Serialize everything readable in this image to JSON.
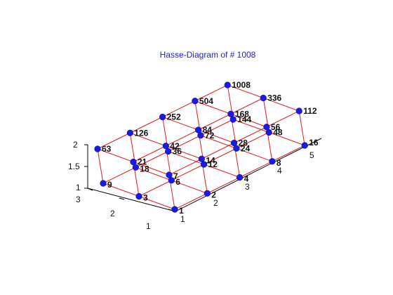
{
  "title": "Hasse-Diagram of # 1008",
  "colors": {
    "edge": "#e11d1d",
    "node": "#1a1ae6",
    "title": "#1c1ce0"
  },
  "axes": {
    "z_ticks": [
      "1",
      "1.5",
      "2"
    ],
    "y_ticks": [
      "1",
      "2",
      "3"
    ],
    "x_ticks": [
      "1",
      "2",
      "3",
      "4",
      "5"
    ]
  },
  "nodes": [
    {
      "label": "1"
    },
    {
      "label": "2"
    },
    {
      "label": "4"
    },
    {
      "label": "8"
    },
    {
      "label": "16"
    },
    {
      "label": "3"
    },
    {
      "label": "6"
    },
    {
      "label": "12"
    },
    {
      "label": "24"
    },
    {
      "label": "48"
    },
    {
      "label": "9"
    },
    {
      "label": "18"
    },
    {
      "label": "36"
    },
    {
      "label": "72"
    },
    {
      "label": "144"
    },
    {
      "label": "7"
    },
    {
      "label": "14"
    },
    {
      "label": "28"
    },
    {
      "label": "56"
    },
    {
      "label": "112"
    },
    {
      "label": "21"
    },
    {
      "label": "42"
    },
    {
      "label": "84"
    },
    {
      "label": "168"
    },
    {
      "label": "336"
    },
    {
      "label": "63"
    },
    {
      "label": "126"
    },
    {
      "label": "252"
    },
    {
      "label": "504"
    },
    {
      "label": "1008"
    }
  ]
}
